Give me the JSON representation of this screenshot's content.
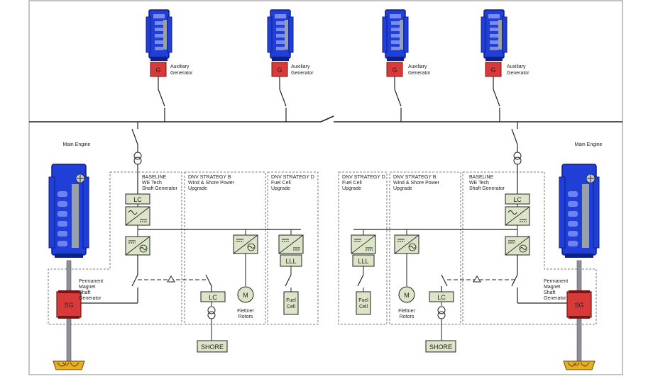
{
  "aux_generators": [
    {
      "symbol": "G",
      "label_line1": "Auxiliary",
      "label_line2": "Generator"
    },
    {
      "symbol": "G",
      "label_line1": "Auxiliary",
      "label_line2": "Generator"
    },
    {
      "symbol": "G",
      "label_line1": "Auxiliary",
      "label_line2": "Generator"
    },
    {
      "symbol": "G",
      "label_line1": "Auxiliary",
      "label_line2": "Generator"
    }
  ],
  "main_engine_label": "Main Engine",
  "pm_generator": {
    "line1": "Permanent",
    "line2": "Magnet",
    "line3": "Shaft",
    "line4": "Generator",
    "symbol": "SG"
  },
  "groups": {
    "baseline": {
      "line1": "BASELINE",
      "line2": "WE Tech",
      "line3": "Shaft Generator"
    },
    "strategy_b": {
      "line1": "DNV STRATEGY B",
      "line2": "Wind & Shore Power",
      "line3": "Upgrade"
    },
    "strategy_d": {
      "line1": "DNV STRATEGY D",
      "line2": "Fuel Cell",
      "line3": "Upgrade"
    }
  },
  "blocks": {
    "lc": "LC",
    "lll": "LLL",
    "shore": "SHORE",
    "motor": "M",
    "fuel_cell_line1": "Fuel",
    "fuel_cell_line2": "Cell",
    "flettner_line1": "Flettner",
    "flettner_line2": "Rotors"
  },
  "colors": {
    "engine_blue": "#1f3fd6",
    "engine_dark": "#0d1f8a",
    "generator_red": "#d83a3a",
    "block_fill": "#dde5c9",
    "propeller": "#e8b020",
    "line": "#222222"
  }
}
